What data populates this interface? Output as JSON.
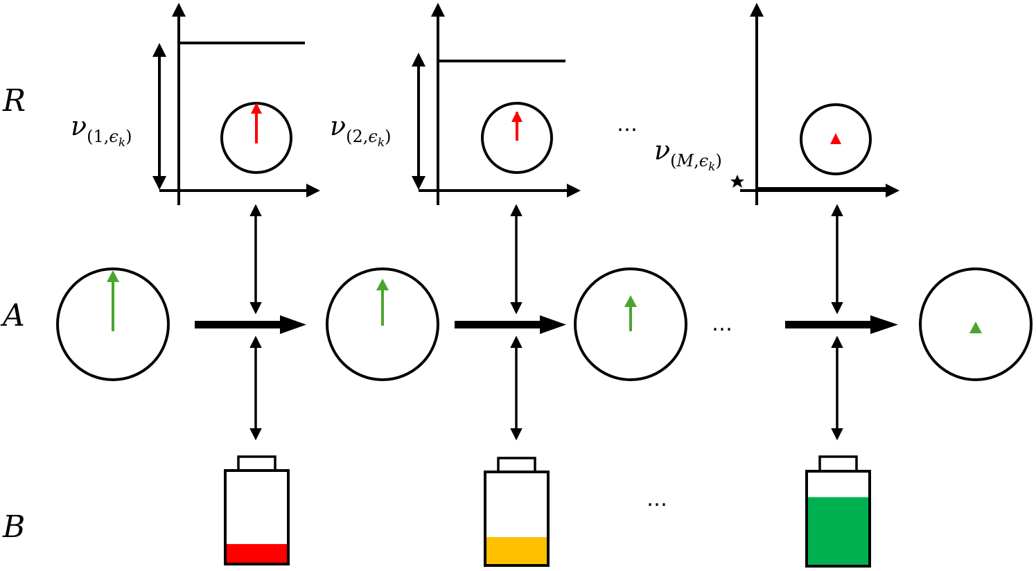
{
  "rows": {
    "r": "R",
    "a": "A",
    "b": "B"
  },
  "ellipsis": "…",
  "reservoirs": [
    {
      "nu_symbol": "ν",
      "index": "1",
      "eps": "ϵ",
      "k": "k"
    },
    {
      "nu_symbol": "ν",
      "index": "2",
      "eps": "ϵ",
      "k": "k"
    },
    {
      "nu_symbol": "ν",
      "index": "M",
      "eps": "ϵ",
      "k": "k"
    }
  ],
  "colors": {
    "reservoir_arrow": "#ff0000",
    "system_arrow": "#4aa52e",
    "battery_low": "#ff0000",
    "battery_mid": "#ffc000",
    "battery_high": "#00b050",
    "ink": "#000000"
  },
  "batteries": [
    {
      "level": 0.21,
      "color_key": "battery_low"
    },
    {
      "level": 0.3,
      "color_key": "battery_mid"
    },
    {
      "level": 0.73,
      "color_key": "battery_high"
    }
  ],
  "system_states": [
    {
      "arrow_strength": 1.0
    },
    {
      "arrow_strength": 0.8
    },
    {
      "arrow_strength": 0.5
    },
    {
      "arrow_strength": 0.0
    }
  ],
  "reservoir_states": [
    {
      "arrow_strength": 1.0
    },
    {
      "arrow_strength": 0.6
    },
    {
      "arrow_strength": 0.0
    }
  ]
}
